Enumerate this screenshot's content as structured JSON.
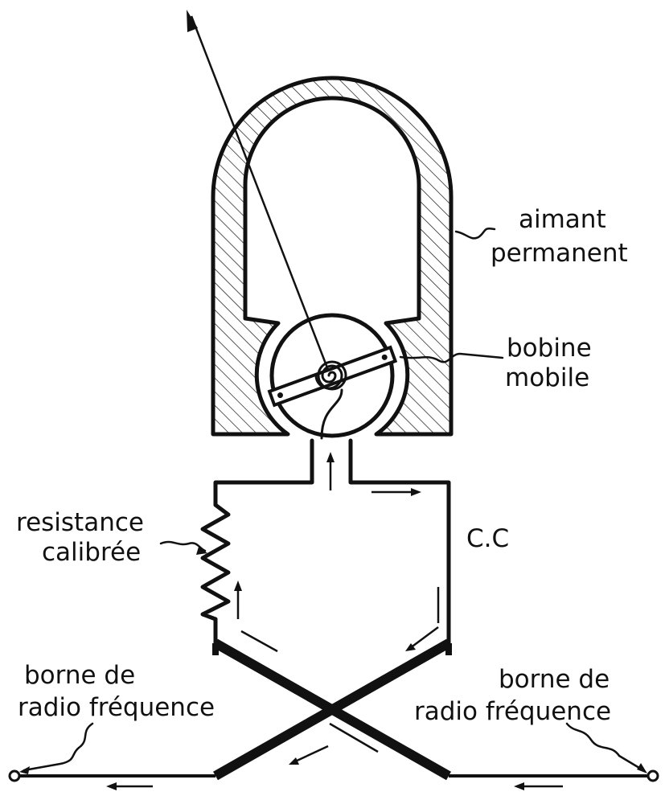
{
  "labels": {
    "magnet_line1": "aimant",
    "magnet_line2": "permanent",
    "coil_line1": "bobine",
    "coil_line2": "mobile",
    "resistor_line1": "resistance",
    "resistor_line2": "calibrée",
    "dc": "C.C",
    "left_terminal_line1": "borne de",
    "left_terminal_line2": "radio fréquence",
    "right_terminal_line1": "borne de",
    "right_terminal_line2": "radio fréquence"
  },
  "colors": {
    "ink": "#111111",
    "paper": "#ffffff"
  }
}
